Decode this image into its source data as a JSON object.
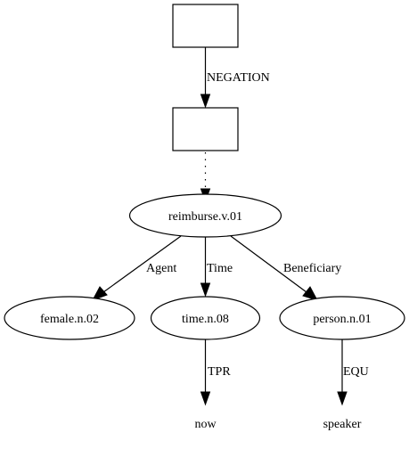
{
  "diagram": {
    "nodes": {
      "box_top": "",
      "box_mid": "",
      "reimburse": "reimburse.v.01",
      "female": "female.n.02",
      "time": "time.n.08",
      "person": "person.n.01",
      "now": "now",
      "speaker": "speaker"
    },
    "edges": {
      "negation": "NEGATION",
      "agent": "Agent",
      "time": "Time",
      "beneficiary": "Beneficiary",
      "tpr": "TPR",
      "equ": "EQU"
    }
  }
}
